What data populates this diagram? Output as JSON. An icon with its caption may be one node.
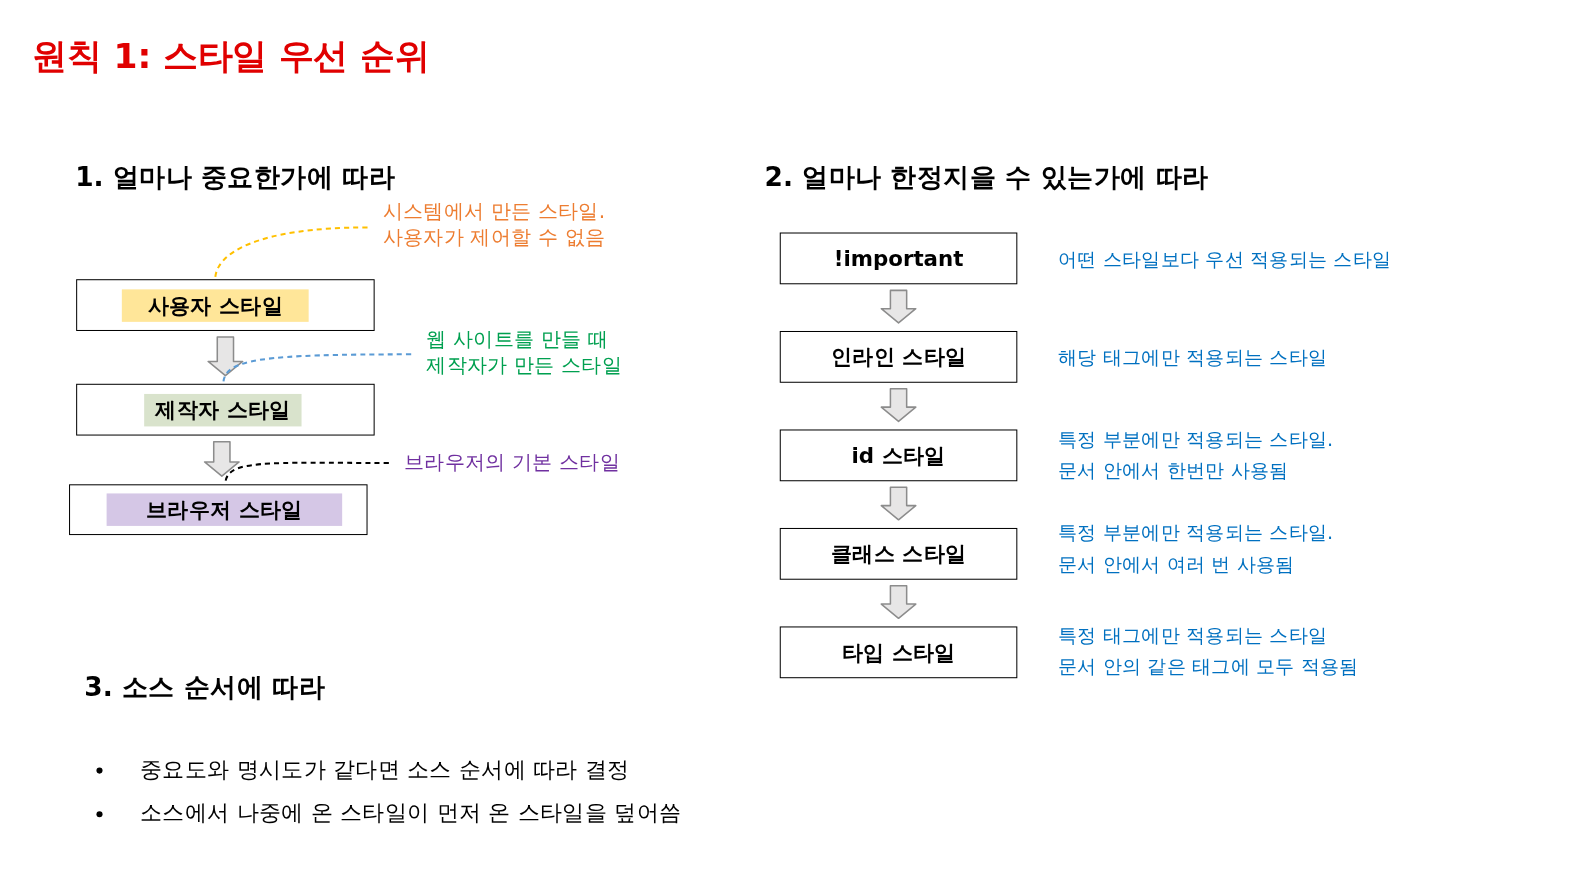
{
  "diagram": {
    "title": "원칙 1: 스타일 우선 순위",
    "nodes": [
      {
        "text": [
          "사용자 스타일"
        ]
      },
      {
        "text": [
          "제작자 스타일"
        ]
      },
      {
        "text": [
          "브라우저 스타일"
        ]
      },
      {
        "text": [
          "시스템에서 만든 스타일. 사용자가 제어할 수 없음"
        ]
      },
      {
        "text": [
          "웹 사이트를 만들 때 제작자가 만든 스타일"
        ]
      },
      {
        "text": [
          "브라우저의 기본 스타일"
        ]
      },
      {
        "text": [
          "!important"
        ],
        "beside": [
          "어떤 스타일보다 우선 적용되는 스타일"
        ]
      },
      {
        "text": [
          "인라인 스타일"
        ],
        "beside": [
          "해당 태그에만 적용되는 스타일"
        ]
      },
      {
        "text": [
          "id 스타일"
        ],
        "beside": [
          "특정 부분에만 적용되는 스타일. 문서 안에서 한번만 사용됨"
        ]
      },
      {
        "text": [
          "클래스 스타일"
        ],
        "beside": [
          "특정 부분에만 적용되는 스타일. 문서 안에서 여러 번 사용됨"
        ]
      },
      {
        "text": [
          "타입 스타일"
        ],
        "beside": [
          "특정 태그에만 적용되는 스타일 문서 안의 같은 태그에 모두 적용됨"
        ]
      }
    ],
    "edges": [
      {
        "from": 0,
        "to": 1,
        "arrow": "to"
      },
      {
        "from": 1,
        "to": 2,
        "arrow": "to"
      },
      {
        "from": 3,
        "to": 0,
        "arrow": "none",
        "style": "dashed",
        "color": "#ffc000"
      },
      {
        "from": 4,
        "to": 1,
        "arrow": "none",
        "style": "dashed",
        "color": "#5b9bd5"
      },
      {
        "from": 5,
        "to": 2,
        "arrow": "none",
        "style": "dashed",
        "color": "#000000"
      },
      {
        "from": 6,
        "to": 7,
        "arrow": "to"
      },
      {
        "from": 7,
        "to": 8,
        "arrow": "to"
      },
      {
        "from": 8,
        "to": 9,
        "arrow": "to"
      },
      {
        "from": 9,
        "to": 10,
        "arrow": "to"
      }
    ],
    "labels": [
      "1. 얼마나 중요한가에 따라",
      "2. 얼마나 한정지을 수 있는가에 따라",
      "3. 소스 순서에 따라",
      "중요도와 명시도가 같다면 소스 순서에 따라 결정",
      "소스에서 나중에 온 스타일이 먼저 온 스타일을 덮어씀"
    ]
  }
}
